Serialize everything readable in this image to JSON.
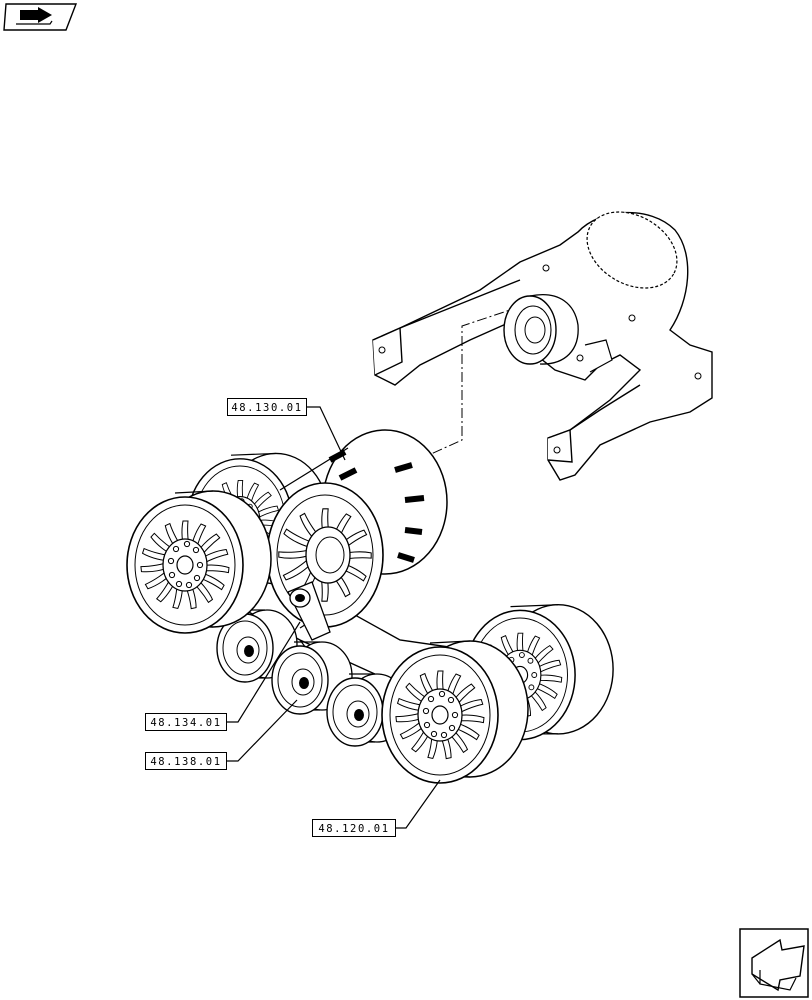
{
  "references": {
    "r130": "48.130.01",
    "r134": "48.134.01",
    "r138": "48.138.01",
    "r120": "48.120.01"
  },
  "icons": {
    "top_left": "book-arrow-icon",
    "bottom_right": "next-page-arrow-icon"
  },
  "colors": {
    "line": "#000000",
    "background": "#ffffff"
  }
}
